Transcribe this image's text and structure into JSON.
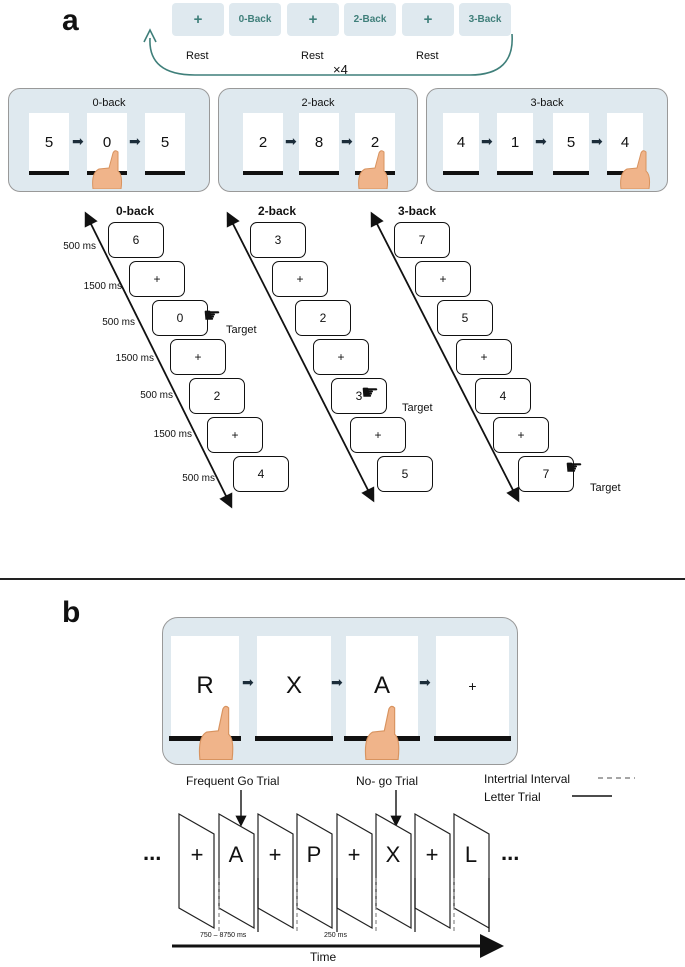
{
  "panel_a": {
    "letter": "a",
    "block_sequence": [
      {
        "label": "+",
        "rest": "Rest"
      },
      {
        "label": "0-Back",
        "rest": ""
      },
      {
        "label": "+",
        "rest": "Rest"
      },
      {
        "label": "2-Back",
        "rest": ""
      },
      {
        "label": "+",
        "rest": "Rest"
      },
      {
        "label": "3-Back",
        "rest": ""
      }
    ],
    "repeat_label": "×4",
    "examples": [
      {
        "title": "0-back",
        "cards": [
          "5",
          "0",
          "5"
        ],
        "finger_index": 1
      },
      {
        "title": "2-back",
        "cards": [
          "2",
          "8",
          "2"
        ],
        "finger_index": 2
      },
      {
        "title": "3-back",
        "cards": [
          "4",
          "1",
          "5",
          "4"
        ],
        "finger_index": 3
      }
    ],
    "sequences": [
      {
        "title": "0-back",
        "times": [
          "500 ms",
          "1500 ms",
          "500 ms",
          "1500 ms",
          "500 ms",
          "1500 ms",
          "500 ms"
        ],
        "items": [
          "6",
          "+",
          "0",
          "+",
          "2",
          "+",
          "4"
        ],
        "target_index": 2,
        "target_label": "Target"
      },
      {
        "title": "2-back",
        "items": [
          "3",
          "+",
          "2",
          "+",
          "3",
          "+",
          "5"
        ],
        "target_index": 4,
        "target_label": "Target"
      },
      {
        "title": "3-back",
        "items": [
          "7",
          "+",
          "5",
          "+",
          "4",
          "+",
          "7"
        ],
        "target_index": 6,
        "target_label": "Target"
      }
    ]
  },
  "panel_b": {
    "letter": "b",
    "gonogo_cards": [
      "R",
      "X",
      "A",
      "+"
    ],
    "frequent_go_label": "Frequent Go Trial",
    "nogo_label": "No- go Trial",
    "legend_iti": "Intertrial Interval",
    "legend_letter": "Letter Trial",
    "ellipsis": "...",
    "strip": [
      "+",
      "A",
      "+",
      "P",
      "+",
      "X",
      "+",
      "L"
    ],
    "iti_range": "750 – 8750 ms",
    "letter_duration": "250 ms",
    "time_label": "Time"
  }
}
